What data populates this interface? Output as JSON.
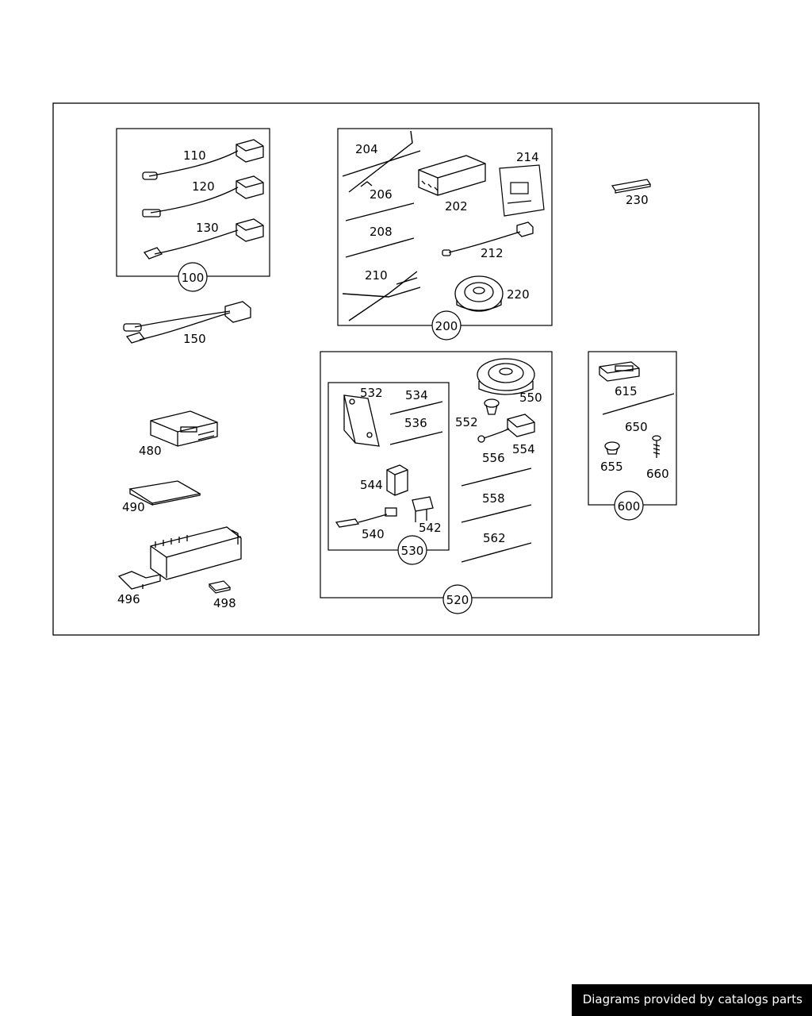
{
  "footer": {
    "text": "Diagrams provided by catalogs parts"
  },
  "groups": {
    "g100": "100",
    "g200": "200",
    "g520": "520",
    "g530": "530",
    "g600": "600"
  },
  "parts": {
    "p110": "110",
    "p120": "120",
    "p130": "130",
    "p150": "150",
    "p204": "204",
    "p206": "206",
    "p208": "208",
    "p210": "210",
    "p202": "202",
    "p214": "214",
    "p212": "212",
    "p220": "220",
    "p230": "230",
    "p480": "480",
    "p490": "490",
    "p496": "496",
    "p498": "498",
    "p532": "532",
    "p534": "534",
    "p536": "536",
    "p544": "544",
    "p540": "540",
    "p542": "542",
    "p550": "550",
    "p552": "552",
    "p554": "554",
    "p556": "556",
    "p558": "558",
    "p562": "562",
    "p615": "615",
    "p650": "650",
    "p655": "655",
    "p660": "660"
  }
}
